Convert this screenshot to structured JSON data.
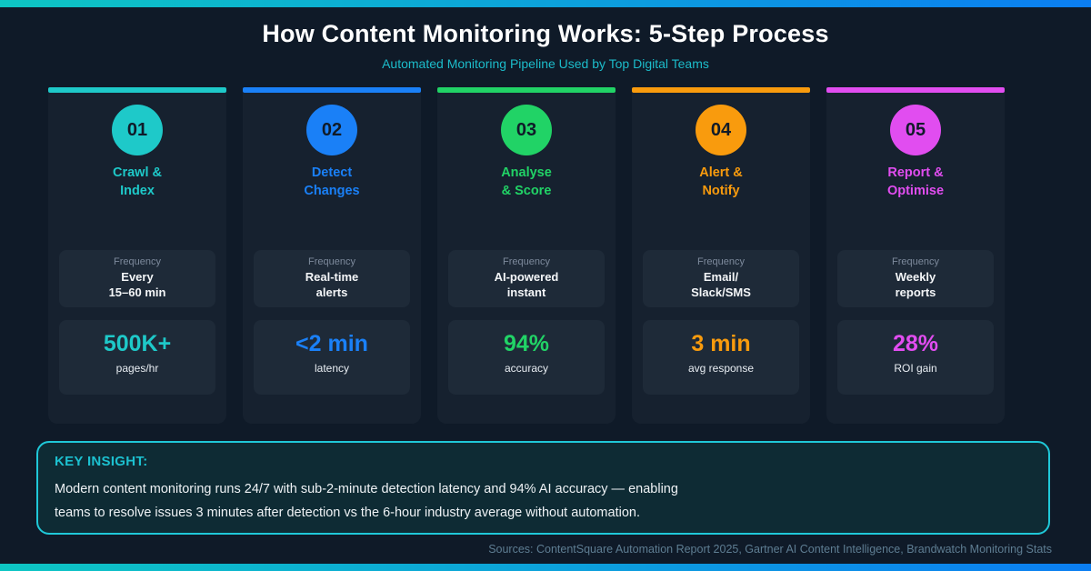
{
  "header": {
    "title": "How Content Monitoring Works: 5-Step Process",
    "subtitle": "Automated Monitoring Pipeline Used by Top Digital Teams"
  },
  "steps": [
    {
      "number": "01",
      "title_line1": "Crawl &",
      "title_line2": "Index",
      "frequency_label": "Frequency",
      "frequency_line1": "Every",
      "frequency_line2": "15–60 min",
      "metric_value": "500K+",
      "metric_label": "pages/hr",
      "accent_color": "#1ec9c9"
    },
    {
      "number": "02",
      "title_line1": "Detect",
      "title_line2": "Changes",
      "frequency_label": "Frequency",
      "frequency_line1": "Real-time",
      "frequency_line2": "alerts",
      "metric_value": "<2 min",
      "metric_label": "latency",
      "accent_color": "#1a80f7"
    },
    {
      "number": "03",
      "title_line1": "Analyse",
      "title_line2": "& Score",
      "frequency_label": "Frequency",
      "frequency_line1": "AI-powered",
      "frequency_line2": "instant",
      "metric_value": "94%",
      "metric_label": "accuracy",
      "accent_color": "#21d366"
    },
    {
      "number": "04",
      "title_line1": "Alert &",
      "title_line2": "Notify",
      "frequency_label": "Frequency",
      "frequency_line1": "Email/",
      "frequency_line2": "Slack/SMS",
      "metric_value": "3 min",
      "metric_label": "avg response",
      "accent_color": "#f99b0d"
    },
    {
      "number": "05",
      "title_line1": "Report &",
      "title_line2": "Optimise",
      "frequency_label": "Frequency",
      "frequency_line1": "Weekly",
      "frequency_line2": "reports",
      "metric_value": "28%",
      "metric_label": "ROI gain",
      "accent_color": "#e14df0"
    }
  ],
  "insight": {
    "heading": "KEY INSIGHT:",
    "line1": "Modern content monitoring runs 24/7 with sub-2-minute detection latency and 94% AI accuracy — enabling",
    "line2": "teams to resolve issues 3 minutes after detection vs the 6-hour industry average without automation."
  },
  "footer": {
    "sources": "Sources: ContentSquare Automation Report 2025, Gartner AI Content Intelligence, Brandwatch Monitoring Stats"
  },
  "colors": {
    "background": "#0f1a28",
    "card_background": "#16212f",
    "inner_box_background": "#1e2a38",
    "teal_text": "#1cbcca",
    "insight_border": "#1fc8d8",
    "insight_background": "#0e2b34",
    "sources_text": "#5e7d92",
    "bar_gradient_start": "#0dc6c3",
    "bar_gradient_end": "#0b7ef2"
  }
}
